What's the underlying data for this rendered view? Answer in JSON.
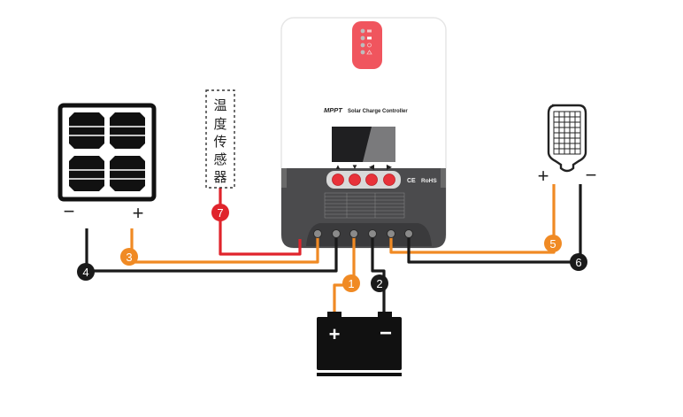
{
  "diagram": {
    "title": "MPPT solar charge controller wiring diagram",
    "colors": {
      "positive_wire": "#f08a24",
      "negative_wire": "#1a1a1a",
      "sensor_wire": "#e0242c",
      "controller_body": "#ffffff",
      "controller_base": "#4a4a4a",
      "led_panel": "#f0555e",
      "button": "#e8323a"
    },
    "controller": {
      "brand_label": "MPPT",
      "product_label": "Solar Charge Controller",
      "cert_ce": "CE",
      "cert_rohs": "RoHS",
      "nav_buttons": [
        {
          "icon": "up-arrow",
          "glyph": "▲"
        },
        {
          "icon": "down-arrow",
          "glyph": "▼"
        },
        {
          "icon": "left-arrow",
          "glyph": "◀"
        },
        {
          "icon": "right-arrow",
          "glyph": "▶"
        }
      ],
      "status_leds": [
        "pv-icon",
        "battery-icon",
        "load-icon",
        "warning-icon"
      ],
      "terminal_count": 6
    },
    "solar_panel": {
      "minus_label": "−",
      "plus_label": "+"
    },
    "load_lamp": {
      "plus_label": "+",
      "minus_label": "−"
    },
    "battery": {
      "plus_label": "+",
      "minus_label": "−"
    },
    "temperature_sensor": {
      "label_chars": [
        "温",
        "度",
        "传",
        "感",
        "器"
      ]
    },
    "markers": [
      {
        "num": "1",
        "color": "#f08a24"
      },
      {
        "num": "2",
        "color": "#1a1a1a"
      },
      {
        "num": "3",
        "color": "#f08a24"
      },
      {
        "num": "4",
        "color": "#1a1a1a"
      },
      {
        "num": "5",
        "color": "#f08a24"
      },
      {
        "num": "6",
        "color": "#1a1a1a"
      },
      {
        "num": "7",
        "color": "#e0242c"
      }
    ]
  }
}
